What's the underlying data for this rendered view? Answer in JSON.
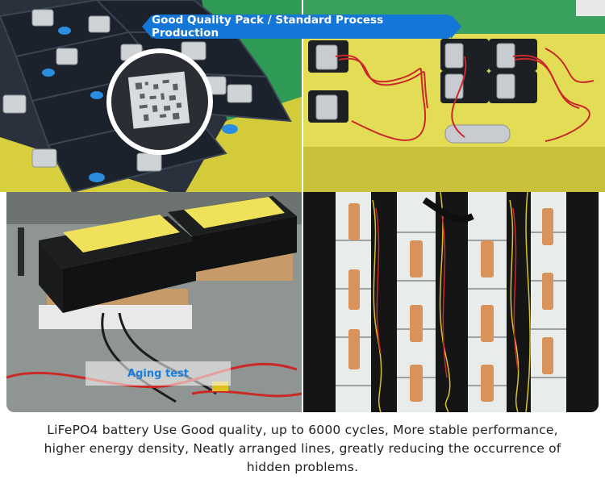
{
  "banner": {
    "text": "Good Quality Pack / Standard Process Production"
  },
  "labels": {
    "aging_test": "Aging test"
  },
  "caption": {
    "line1": "LiFePO4 battery Use Good quality, up to 6000 cycles, More stable performance,",
    "line2": "higher energy density, Neatly arranged lines, greatly reducing the occurrence of",
    "line3": "hidden problems."
  }
}
